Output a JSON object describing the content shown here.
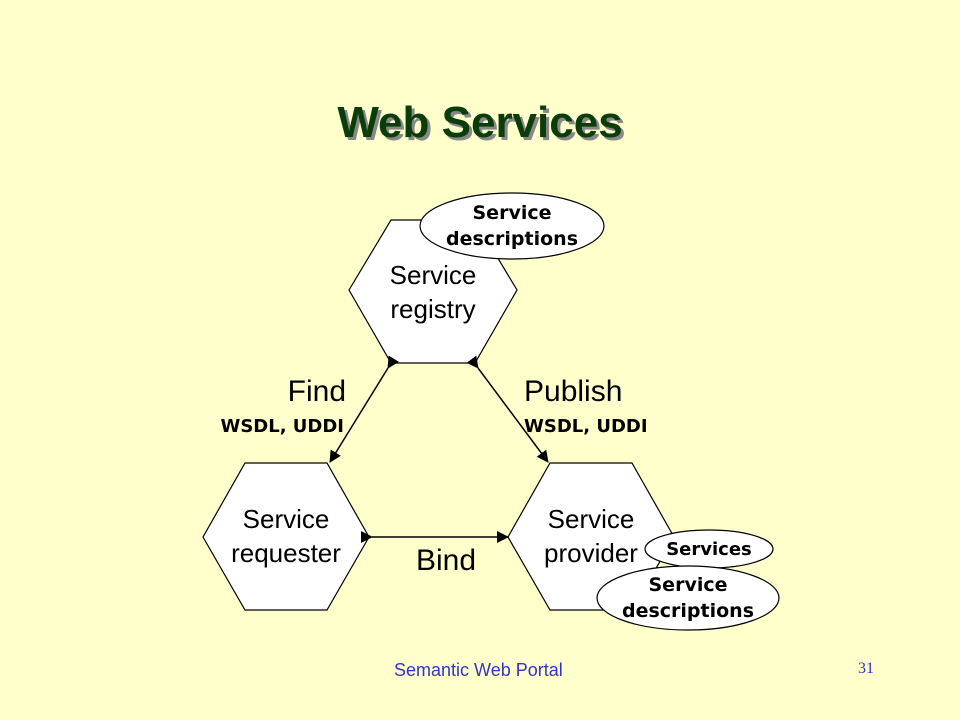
{
  "slide": {
    "title": "Web Services",
    "footer_text": "Semantic Web Portal",
    "page_number": "31"
  },
  "diagram": {
    "nodes": {
      "registry": {
        "line1": "Service",
        "line2": "registry"
      },
      "requester": {
        "line1": "Service",
        "line2": "requester"
      },
      "provider": {
        "line1": "Service",
        "line2": "provider"
      }
    },
    "annotations": {
      "registry_descriptions": {
        "line1": "Service",
        "line2": "descriptions"
      },
      "provider_services": "Services",
      "provider_descriptions": {
        "line1": "Service",
        "line2": "descriptions"
      }
    },
    "edges": {
      "find": {
        "label": "Find",
        "sublabel": "WSDL, UDDI"
      },
      "publish": {
        "label": "Publish",
        "sublabel": "WSDL, UDDI"
      },
      "bind": {
        "label": "Bind"
      }
    }
  },
  "colors": {
    "background": "#ffffcc",
    "title": "#0b3d0b",
    "footer": "#3333cc",
    "shape_fill": "#ffffff",
    "stroke": "#000000"
  }
}
